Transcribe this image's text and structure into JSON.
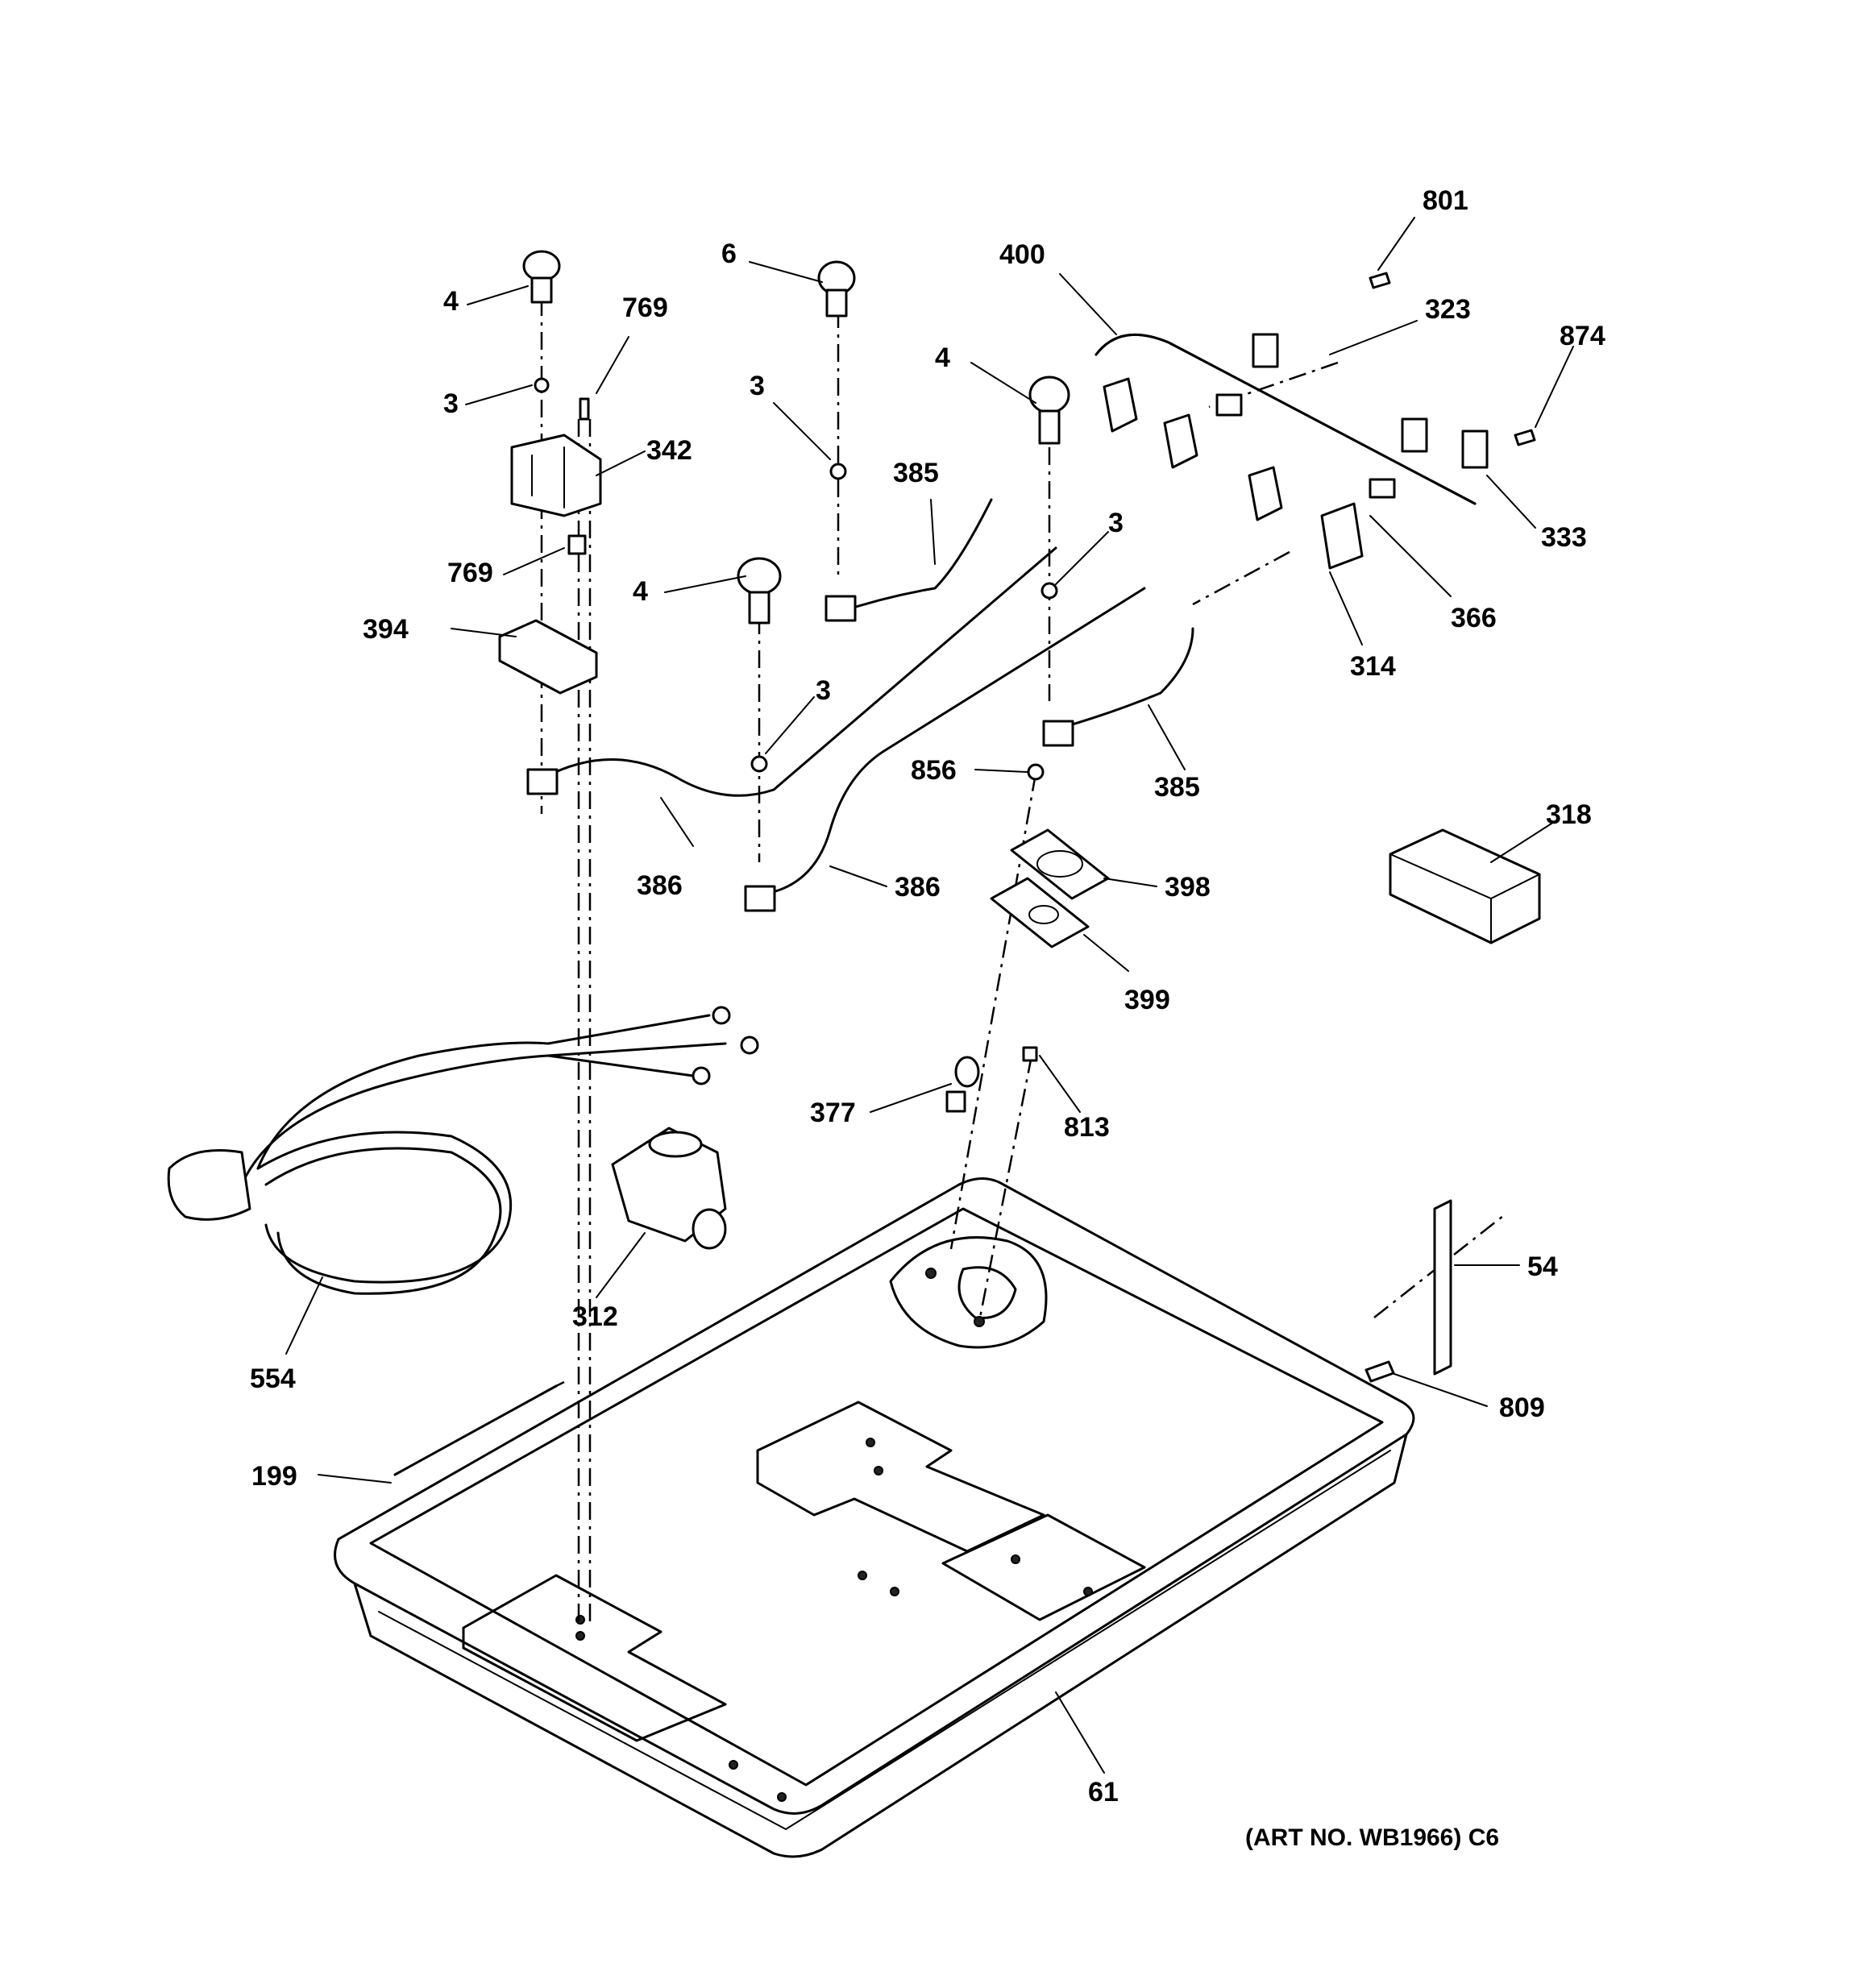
{
  "callouts": {
    "c801": "801",
    "c400": "400",
    "c323": "323",
    "c874": "874",
    "c333": "333",
    "c366": "366",
    "c314": "314",
    "c6": "6",
    "c4a": "4",
    "c769a": "769",
    "c3a": "3",
    "c342": "342",
    "c769b": "769",
    "c394": "394",
    "c3b": "3",
    "c385a": "385",
    "c4b": "4",
    "c3c": "3",
    "c4c": "4",
    "c3d": "3",
    "c856": "856",
    "c385b": "385",
    "c386a": "386",
    "c386b": "386",
    "c318": "318",
    "c398": "398",
    "c399": "399",
    "c377": "377",
    "c813": "813",
    "c312": "312",
    "c554": "554",
    "c54": "54",
    "c809": "809",
    "c199": "199",
    "c61": "61"
  },
  "footer": {
    "art_no": "(ART NO. WB1966) C6"
  }
}
